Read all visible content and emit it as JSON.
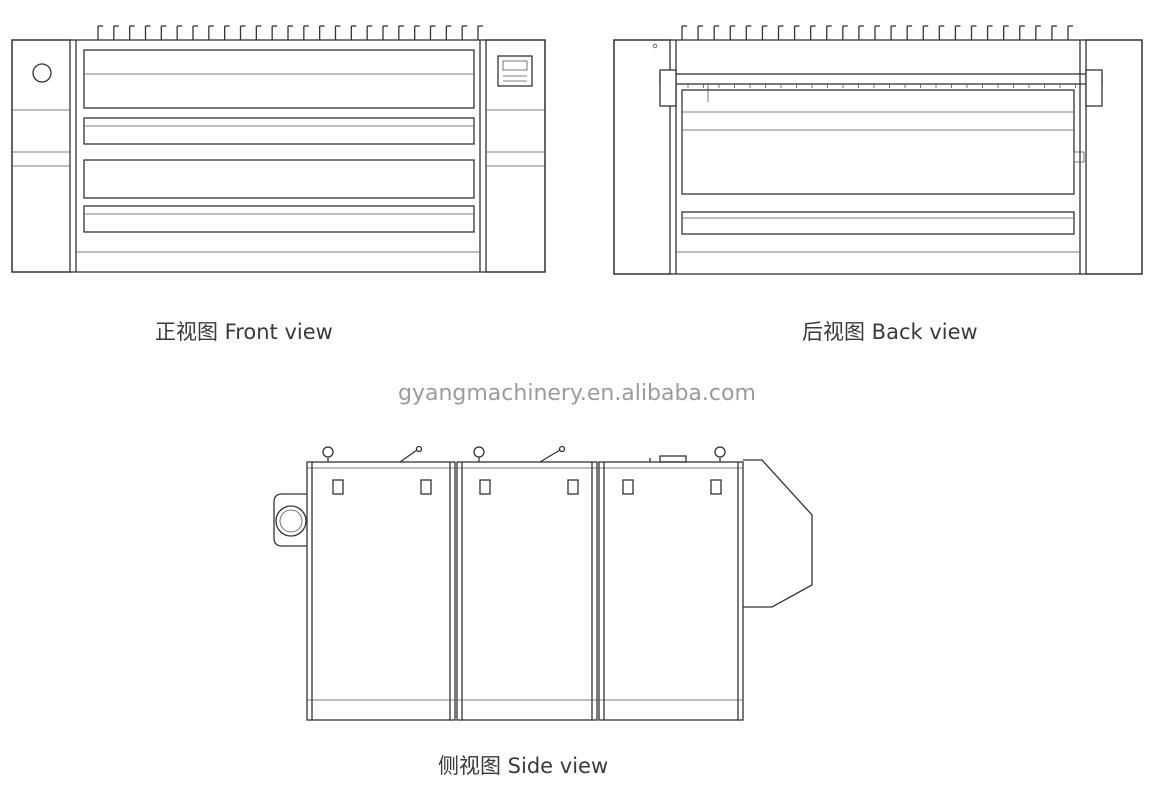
{
  "views": {
    "front": {
      "label": "正视图 Front view"
    },
    "back": {
      "label": "后视图 Back view"
    },
    "side": {
      "label": "侧视图 Side view"
    }
  },
  "watermark": "gyangmachinery.en.alibaba.com",
  "colors": {
    "line": "#333333",
    "caption": "#3a3a3a",
    "watermark": "#9b9b9b"
  },
  "icons": [
    "control-panel-icon",
    "power-knob-icon",
    "lifting-eye-icon",
    "inspection-window-icon"
  ]
}
